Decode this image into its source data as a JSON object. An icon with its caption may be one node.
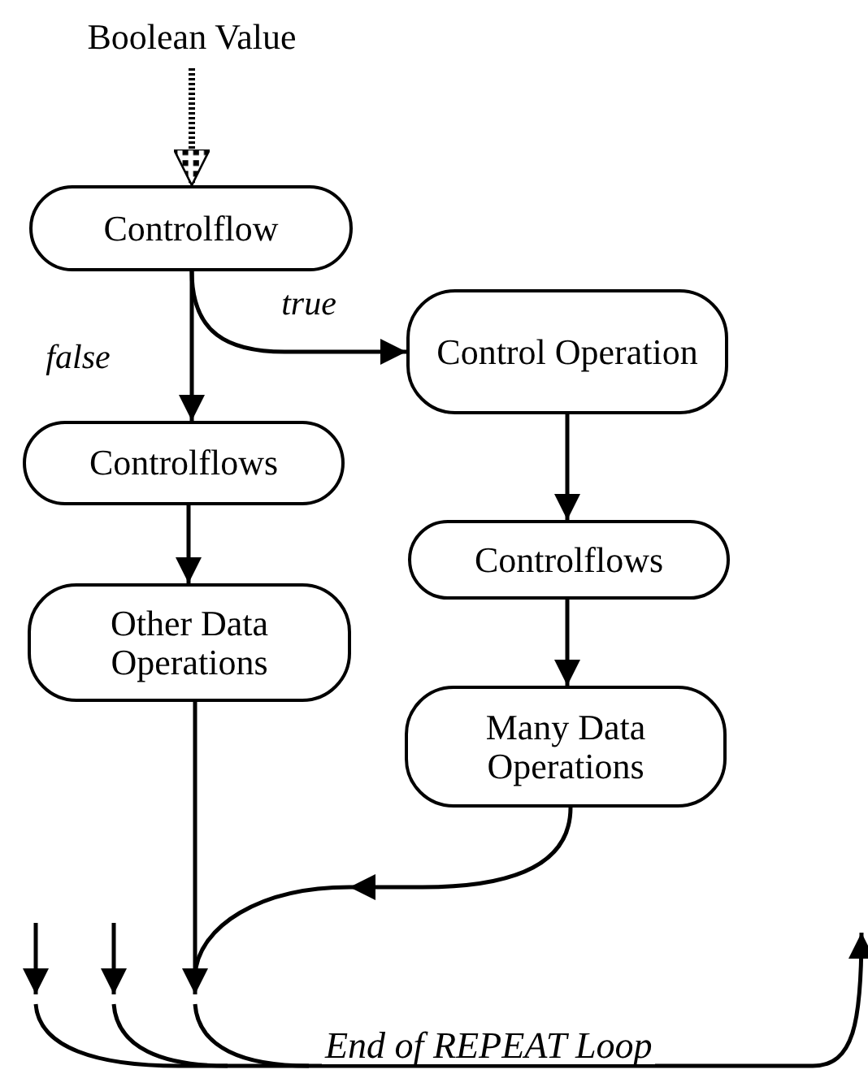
{
  "diagram": {
    "nodes": [
      {
        "text": [
          "Boolean Value"
        ]
      },
      {
        "text": [
          "Controlflow"
        ]
      },
      {
        "text": [
          "Control Operation"
        ]
      },
      {
        "text": [
          "Controlflows"
        ]
      },
      {
        "text": [
          "Controlflows"
        ]
      },
      {
        "text": [
          "Other Data Operations"
        ]
      },
      {
        "text": [
          "Many Data Operations"
        ]
      }
    ],
    "edges": [
      {
        "from": 0,
        "to": 1,
        "arrow": "to",
        "style": "dashed"
      },
      {
        "from": 1,
        "to": 3,
        "arrow": "to",
        "label": "false"
      },
      {
        "from": 1,
        "to": 2,
        "arrow": "to",
        "label": "true"
      },
      {
        "from": 2,
        "to": 4,
        "arrow": "to"
      },
      {
        "from": 3,
        "to": 5,
        "arrow": "to"
      },
      {
        "from": 4,
        "to": 6,
        "arrow": "to"
      },
      {
        "from": 5,
        "to": null,
        "arrow": "to"
      },
      {
        "from": 6,
        "to": null,
        "arrow": "to"
      }
    ],
    "labels": [
      "End of REPEAT Loop"
    ]
  }
}
